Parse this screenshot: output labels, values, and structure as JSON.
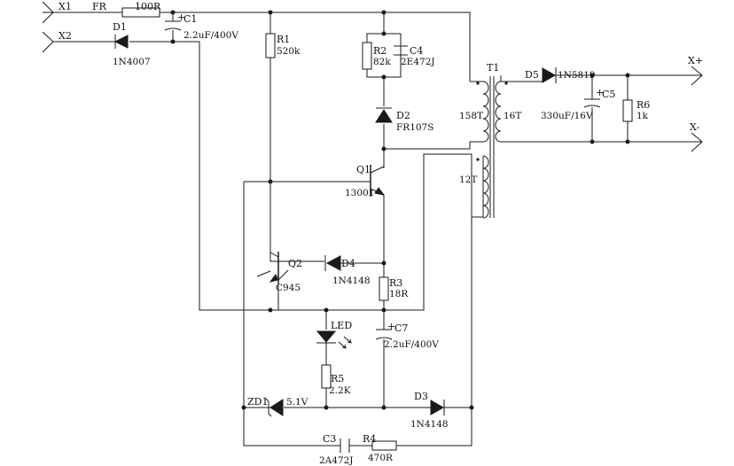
{
  "terminals": {
    "x1": "X1",
    "x2": "X2",
    "out_pos": "X+",
    "out_neg": "X-"
  },
  "components": {
    "fr": {
      "ref": "FR",
      "value": "100R"
    },
    "c1": {
      "ref": "C1",
      "value": "2.2uF/400V",
      "plus": "+"
    },
    "d1": {
      "ref": "D1",
      "value": "1N4007"
    },
    "r1": {
      "ref": "R1",
      "value": "520k"
    },
    "r2": {
      "ref": "R2",
      "value": "82k"
    },
    "c4": {
      "ref": "C4",
      "value": "2E472J"
    },
    "d2": {
      "ref": "D2",
      "value": "FR107S"
    },
    "t1": {
      "ref": "T1",
      "primary": "158T",
      "secondary": "16T",
      "aux": "12T"
    },
    "d5": {
      "ref": "D5",
      "value": "1N5819"
    },
    "c5": {
      "ref": "C5",
      "value": "330uF/16V",
      "plus": "+"
    },
    "r6": {
      "ref": "R6",
      "value": "1k"
    },
    "q1": {
      "ref": "Q1",
      "value": "13001"
    },
    "q2": {
      "ref": "Q2",
      "value": "C945"
    },
    "d4": {
      "ref": "D4",
      "value": "1N4148"
    },
    "r3": {
      "ref": "R3",
      "value": "18R"
    },
    "led": {
      "ref": "LED"
    },
    "c7": {
      "ref": "C7",
      "value": "2.2uF/400V",
      "plus": "+"
    },
    "r5": {
      "ref": "R5",
      "value": "2.2K"
    },
    "zd1": {
      "ref": "ZD1",
      "value": "5.1V"
    },
    "d3": {
      "ref": "D3",
      "value": "1N4148"
    },
    "c3": {
      "ref": "C3",
      "value": "2A472J"
    },
    "r4": {
      "ref": "R4",
      "value": "470R"
    }
  }
}
